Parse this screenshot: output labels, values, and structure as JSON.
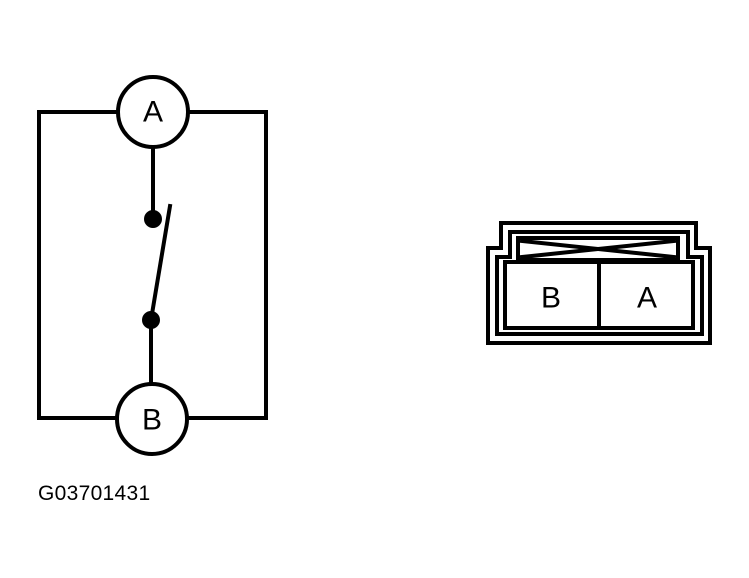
{
  "switch_diagram": {
    "terminal_top_label": "A",
    "terminal_bottom_label": "B"
  },
  "connector": {
    "cavity_left_label": "B",
    "cavity_right_label": "A"
  },
  "figure_id": "G03701431"
}
